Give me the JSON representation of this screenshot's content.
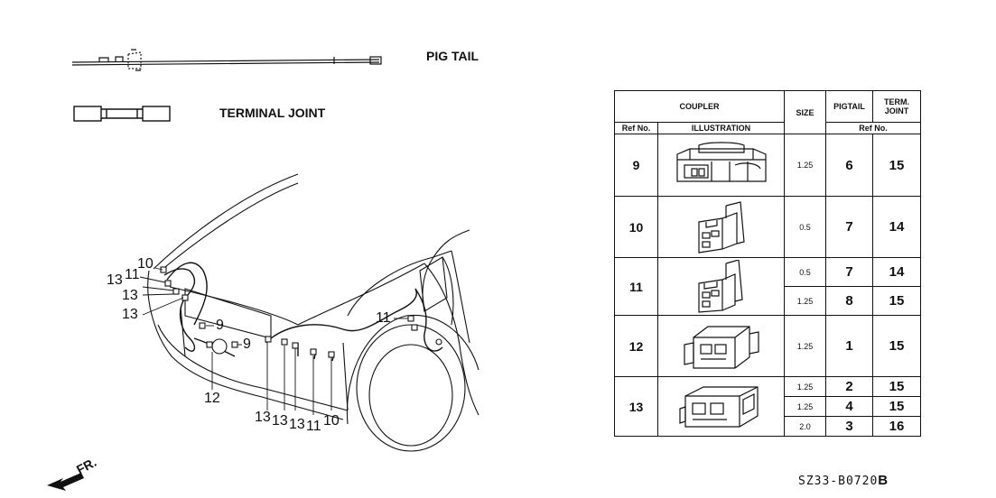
{
  "legend": {
    "pigtail_label": "PIG TAIL",
    "terminal_joint_label": "TERMINAL JOINT"
  },
  "callouts": {
    "c1": "10",
    "c2": "11",
    "c3": "13",
    "c4": "13",
    "c5": "13",
    "c6": "9",
    "c7": "9",
    "c8": "12",
    "c9": "11",
    "c10": "13",
    "c11": "13",
    "c12": "13",
    "c13": "11",
    "c14": "10"
  },
  "direction_label": "FR.",
  "figure_code": {
    "prefix": "SZ33-B0720",
    "suffix": "B"
  },
  "table": {
    "headers": {
      "coupler": "COUPLER",
      "size": "SIZE",
      "pigtail": "PIGTAIL",
      "term_joint_line1": "TERM.",
      "term_joint_line2": "JOINT",
      "ref_no": "Ref No.",
      "illustration": "ILLUSTRATION",
      "ref_no_right": "Ref No."
    },
    "rows": [
      {
        "ref": "9",
        "sub": [
          {
            "size": "1.25",
            "pigtail": "6",
            "tj": "15"
          }
        ]
      },
      {
        "ref": "10",
        "sub": [
          {
            "size": "0.5",
            "pigtail": "7",
            "tj": "14"
          }
        ]
      },
      {
        "ref": "11",
        "sub": [
          {
            "size": "0.5",
            "pigtail": "7",
            "tj": "14"
          },
          {
            "size": "1.25",
            "pigtail": "8",
            "tj": "15"
          }
        ]
      },
      {
        "ref": "12",
        "sub": [
          {
            "size": "1.25",
            "pigtail": "1",
            "tj": "15"
          }
        ]
      },
      {
        "ref": "13",
        "sub": [
          {
            "size": "1.25",
            "pigtail": "2",
            "tj": "15"
          },
          {
            "size": "1.25",
            "pigtail": "4",
            "tj": "15"
          },
          {
            "size": "2.0",
            "pigtail": "3",
            "tj": "16"
          }
        ]
      }
    ]
  }
}
